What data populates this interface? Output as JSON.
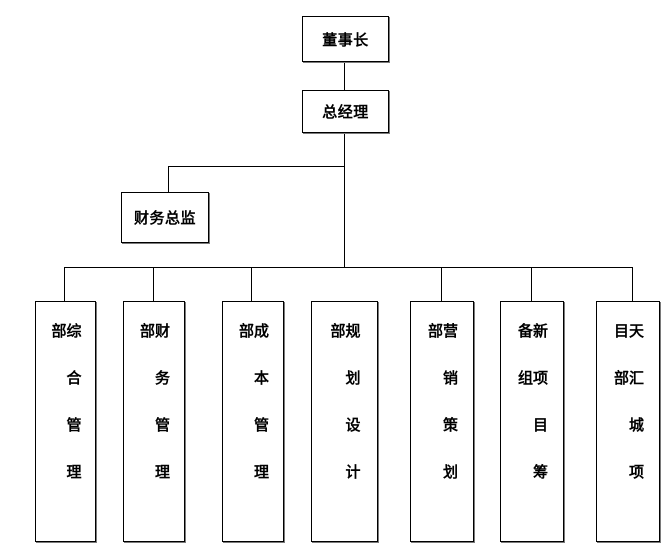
{
  "chairman": "董事长",
  "general_manager": "总经理",
  "cfo": "财务总监",
  "departments": [
    "综合管理部",
    "财务管理部",
    "成本管理部",
    "规划设计部",
    "营销策划部",
    "新项目筹备组",
    "天汇城项目部"
  ]
}
